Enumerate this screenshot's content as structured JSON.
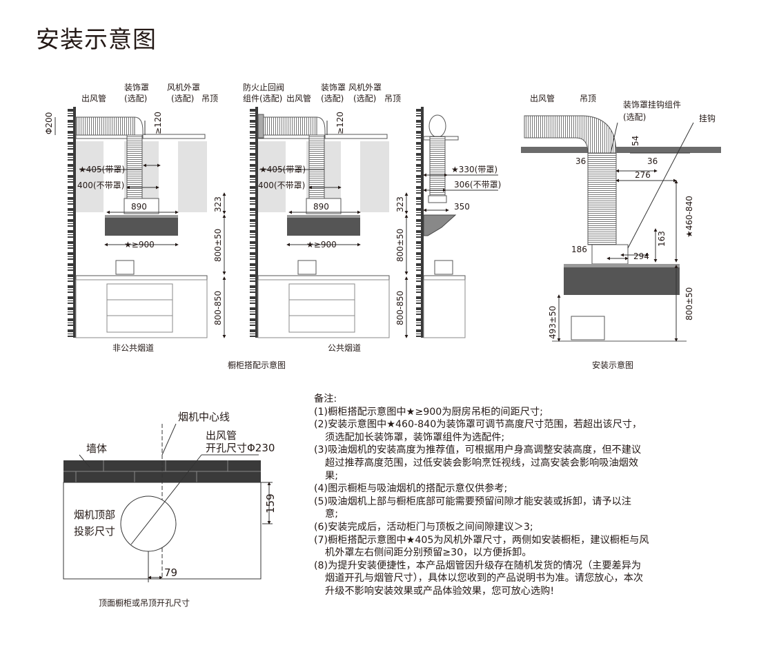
{
  "title": "安装示意图",
  "cabinet_diagram": {
    "caption": "橱柜搭配示意图",
    "non_public": {
      "caption": "非公共烟道",
      "outlet": "出风管",
      "deco_cover": "装饰罩",
      "deco_opt": "(选配)",
      "fan_cover": "风机外罩",
      "fan_opt": "(选配)",
      "ceiling": "吊顶",
      "phi": "Φ200",
      "gap": "≥120",
      "w405": "★405(带罩)",
      "w400": "400(不带罩)",
      "w890": "890",
      "w900": "★≥900",
      "h323": "323",
      "h800": "800±50",
      "h850": "800-850"
    },
    "public": {
      "caption": "公共烟道",
      "valve": "防火止回阀",
      "valve2": "组件(选配)",
      "outlet": "出风管",
      "deco_cover": "装饰罩",
      "deco_opt": "(选配)",
      "fan_cover": "风机外罩",
      "fan_opt": "(选配)",
      "ceiling": "吊顶",
      "gap": "≥120",
      "w405": "★405(带罩)",
      "w400": "400(不带罩)",
      "w890": "890",
      "w900": "★≥900",
      "h323": "323",
      "h800": "800±50",
      "h850": "800-850"
    },
    "side": {
      "w330": "★330(带罩)",
      "w306": "306(不带罩)",
      "d350": "350"
    }
  },
  "install_diagram": {
    "caption": "安装示意图",
    "outlet": "出风管",
    "ceiling": "吊顶",
    "hook_assembly": "装饰罩挂钩组件",
    "hook_opt": "(选配)",
    "hook": "挂钩",
    "d54": "54",
    "d36a": "36",
    "d36b": "36",
    "d276": "276",
    "range": "★460-840",
    "d163": "163",
    "d186": "186",
    "d294": "294",
    "h800": "800±50",
    "h493": "493±50"
  },
  "hole_diagram": {
    "caption": "顶面橱柜或吊顶开孔尺寸",
    "centerline": "烟机中心线",
    "wall": "墙体",
    "outlet1": "出风管",
    "outlet2": "开孔尺寸Φ230",
    "proj1": "烟机顶部",
    "proj2": "投影尺寸",
    "d159": "159",
    "d79": "79"
  },
  "notes": {
    "heading": "备注:",
    "lines": [
      "(1)橱柜搭配示意图中★≥900为厨房吊柜的间距尺寸;",
      "(2)安装示意图中★460-840为装饰罩可调节高度尺寸范围，若超出该尺寸，",
      "须选配加长装饰罩，装饰罩组件为选配件;",
      "(3)吸油烟机的安装高度为推荐值，可根据用户身高调整安装高度，但不建议",
      "超过推荐高度范围，过低安装会影响烹饪视线，过高安装会影响吸油烟效",
      "果;",
      "(4)图示橱柜与吸油烟机的搭配示意仅供参考;",
      "(5)吸油烟机上部与橱柜底部可能需要预留间隙才能安装或拆卸，请予以注",
      "意;",
      "(6)安装完成后，活动柜门与顶板之间间隙建议＞3;",
      "(7)橱柜搭配示意图中★405为风机外罩尺寸，两侧如安装橱柜，建议橱柜与风",
      "机外罩左右侧间距分别预留≥30，以方便拆卸。",
      "(8)为提升安装便捷性，本产品烟管因升级存在随机发货的情况（主要差异为",
      "烟道开孔与烟管尺寸），具体以您收到的产品说明书为准。请您放心，本次",
      "升级不影响安装效果或产品体验效果，您可放心选购!"
    ]
  }
}
